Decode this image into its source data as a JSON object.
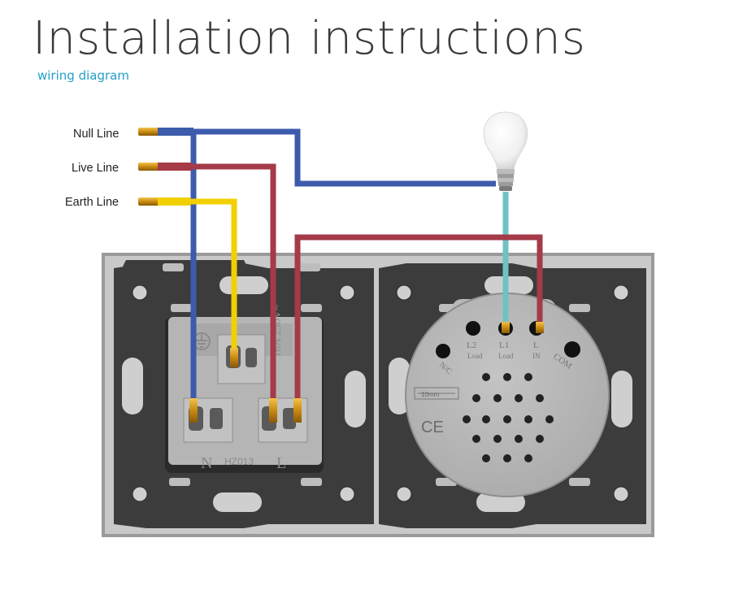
{
  "header": {
    "title": "Installation instructions",
    "subtitle": "wiring diagram"
  },
  "lines": {
    "null_label": "Null Line",
    "live_label": "Live Line",
    "earth_label": "Earth Line"
  },
  "socket": {
    "rating": "16A 250V~",
    "model": "HZ013",
    "n_label": "N",
    "l_label": "L"
  },
  "switch": {
    "terminals": [
      {
        "name": "L2",
        "sub": "Load"
      },
      {
        "name": "L1",
        "sub": "Load"
      },
      {
        "name": "L",
        "sub": "IN"
      }
    ],
    "nc_label": "N/C",
    "com_label": "COM",
    "strip_length": "10mm",
    "ce_mark": "CE"
  },
  "colors": {
    "null_wire": "#3d5bab",
    "live_wire": "#a53a48",
    "earth_wire": "#f2d000",
    "lamp_wire": "#6fc2c4",
    "panel": "#3d3d3d",
    "frame": "#c7c7c7",
    "module": "#b3b3b3",
    "accent": "#22a0c8"
  }
}
